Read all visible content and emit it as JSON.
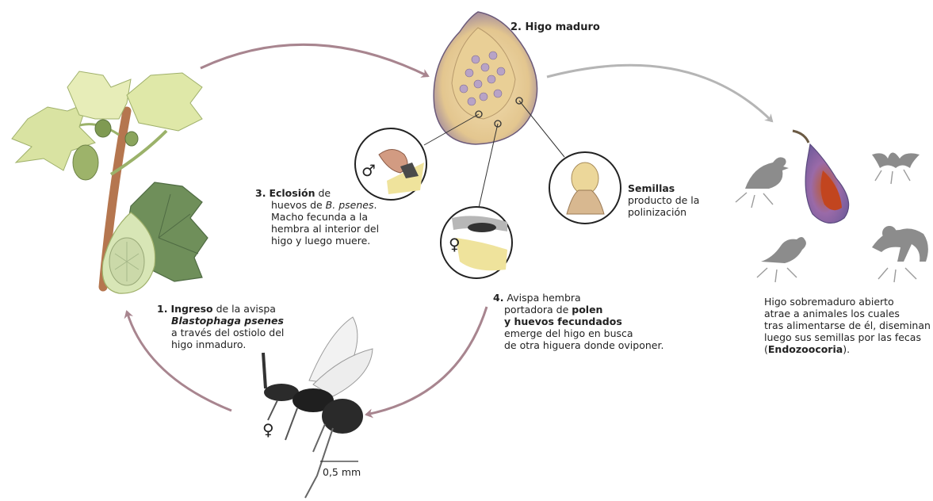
{
  "stages": {
    "mature_fig": {
      "title": "2. Higo maduro"
    },
    "hatching": {
      "number": "3.",
      "bold": "Eclosión",
      "line1_rest": " de",
      "line2_pre": "huevos de ",
      "line2_italic": "B. psenes",
      "line2_post": ".",
      "line3": "Macho fecunda a la",
      "line4": "hembra al interior del",
      "line5": "higo y luego muere."
    },
    "seeds": {
      "bold": "Semillas",
      "line2": "producto de la",
      "line3": "polinización"
    },
    "entry": {
      "number": "1.",
      "bold": "Ingreso",
      "line1_rest": " de la avispa",
      "italic_bold": "Blastophaga psenes",
      "line3": "a través del ostiolo del",
      "line4": "higo inmaduro."
    },
    "emergence": {
      "number": "4.",
      "line1": " Avispa hembra",
      "line2_pre": "portadora de ",
      "line2_bold": "polen",
      "line3_bold": "y huevos fecundados",
      "line4": "emerge del higo en busca",
      "line5": "de otra higuera donde oviponer."
    },
    "dispersal": {
      "line1": "Higo sobremaduro abierto",
      "line2": "atrae a animales los cuales",
      "line3": "tras alimentarse de él, diseminan",
      "line4": "luego sus semillas por las fecas",
      "line5_pre": "(",
      "line5_bold": "Endozoocoria",
      "line5_post": ")."
    }
  },
  "symbols": {
    "male": "♂",
    "female_inset": "♀",
    "female_wasp": "♀"
  },
  "scale_bar": {
    "label": "0,5 mm"
  },
  "colors": {
    "cycle_arrow": "#a8858f",
    "dispersal_arrow": "#b5b5b5",
    "silhouette": "#8c8c8c",
    "leaf": "#c9d88a",
    "fig_purple": "#7b6a9c"
  }
}
